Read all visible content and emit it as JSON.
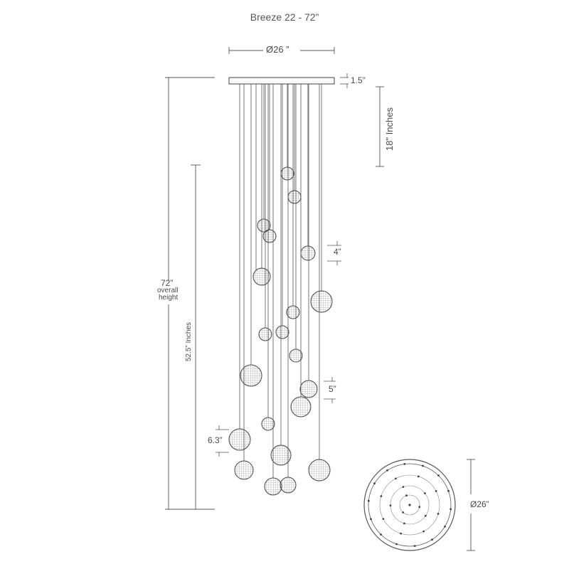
{
  "title": "Breeze 22 - 72”",
  "dimensions": {
    "canopy_diameter": "Ø26 ”",
    "canopy_height": "1.5”",
    "min_drop": "18\" Inches",
    "small_globe": "4”",
    "medium_globe": "5”",
    "large_globe": "6.3”",
    "overall_value": "72”",
    "overall_line1": "overall",
    "overall_line2": "height",
    "cluster_height": "52.5” Inches",
    "plan_diameter": "Ø26”"
  },
  "fixture": {
    "pendant_count": 22,
    "globe_sizes_in": [
      4,
      5,
      6.3
    ],
    "canopy_diameter_in": 26,
    "canopy_height_in": 1.5,
    "overall_height_in": 72,
    "cluster_height_in": 52.5,
    "min_drop_in": 18
  },
  "colors": {
    "line": "#555555",
    "globe": "#666666",
    "text": "#4a4a4a"
  }
}
